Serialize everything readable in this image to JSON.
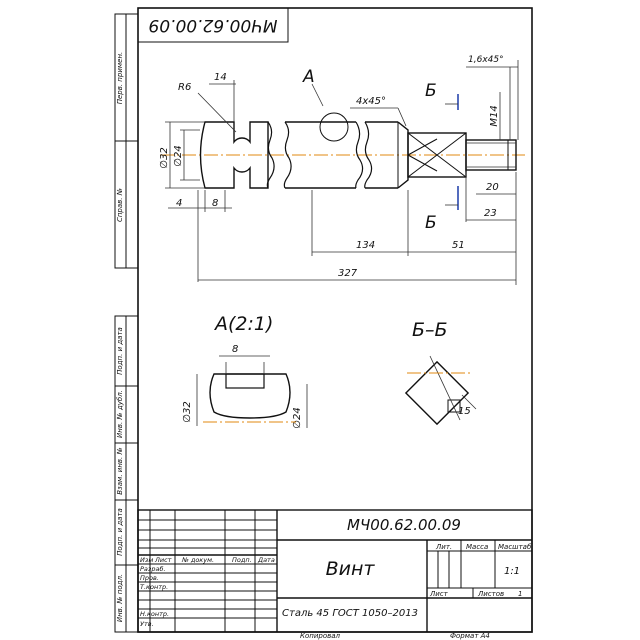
{
  "drawing": {
    "designation": "МЧ00.62.00.09",
    "designation_rotated": "МЧ00.62.00.09",
    "part_name": "Винт",
    "material": "Сталь 45 ГОСТ 1050–2013",
    "copied": "Копировал",
    "format": "Формат   А4",
    "scale_value": "1:1",
    "sheet_label": "Лист",
    "sheets_label": "Листов",
    "sheets_value": "1"
  },
  "title_block": {
    "col_change": "Изм",
    "col_sheet": "Лист",
    "col_doc": "№ докум.",
    "col_sign": "Подп.",
    "col_date": "Дата",
    "row_dev": "Разраб.",
    "row_check": "Пров.",
    "row_tcontrol": "Т.контр.",
    "row_ncontrol": "Н.контр.",
    "row_approved": "Утв.",
    "lit": "Лит.",
    "mass": "Масса",
    "scale": "Масштаб"
  },
  "side_stamps": {
    "perv_primen": "Перв. примен.",
    "sprav": "Справ. №",
    "podp_data_1": "Подп. и дата",
    "inv_dubl": "Инв. № дубл.",
    "vzam_inv": "Взам. инв. №",
    "podp_data_2": "Подп. и дата",
    "inv_podl": "Инв. № подл."
  },
  "dimensions": {
    "r6": "R6",
    "d14": "14",
    "d32": "∅32",
    "d24": "∅24",
    "d4": "4",
    "d8": "8",
    "chamfer_4x45": "4x45°",
    "chamfer_16x45": "1,6x45°",
    "m14": "M14",
    "d20": "20",
    "d23": "23",
    "d134": "134",
    "d51": "51",
    "d327": "327",
    "s15": "15"
  },
  "views": {
    "view_a_marker": "А",
    "section_b_marker_top": "Б",
    "section_b_marker_bottom": "Б",
    "view_a_title": "А(2:1)",
    "section_b_title": "Б–Б",
    "va_8": "8",
    "va_d32": "∅32",
    "va_d24": "∅24"
  },
  "colors": {
    "frame": "#111111",
    "axis": "#e08a10",
    "section_arrow": "#1a3aa8",
    "hatch": "#222222"
  }
}
